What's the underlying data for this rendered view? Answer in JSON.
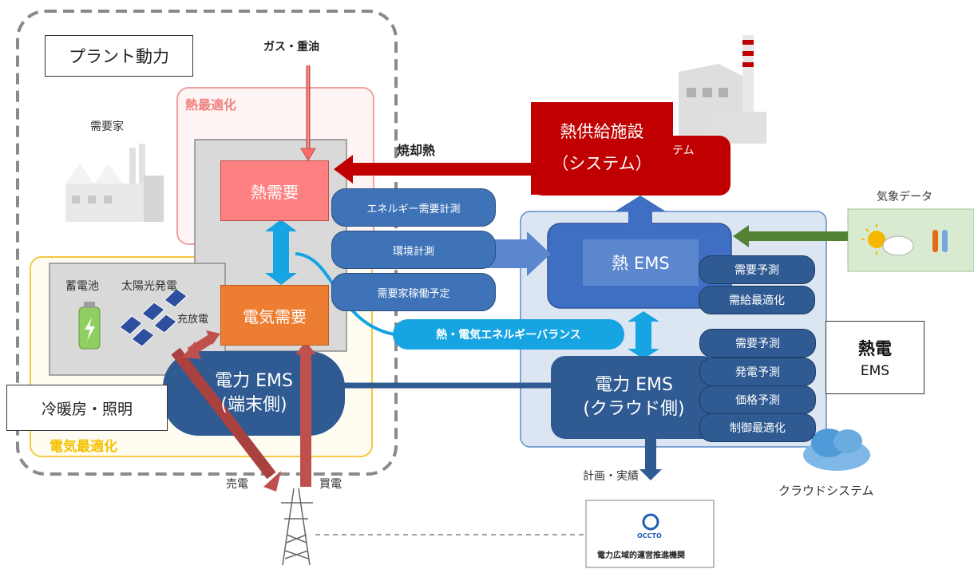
{
  "plant": {
    "title": "プラント動力",
    "consumer": "需要家"
  },
  "fuel": "ガス・重油",
  "heat_opt": "熱最適化",
  "elec_opt": "電気最適化",
  "heat_demand": "熱需要",
  "elec_demand": "電気需要",
  "battery": "蓄電池",
  "solar": "太陽光発電",
  "charge": "充放電",
  "terminal_ems": {
    "line1": "電力 EMS",
    "line2": "(端末側)"
  },
  "heating": "冷暖房・照明",
  "sell": "売電",
  "buy": "買電",
  "waste_heat": "焼却熱",
  "heat_facility": {
    "line1": "熱供給施設",
    "line2": "（システム）",
    "behind": "テム"
  },
  "measure_pills": [
    "エネルギー需要計測",
    "環境計測",
    "需要家稼働予定"
  ],
  "balance": "熱・電気エネルギーバランス",
  "heat_ems": "熱 EMS",
  "heat_ems_pills": [
    "需要予測",
    "需給最適化"
  ],
  "cloud_ems": {
    "line1": "電力 EMS",
    "line2": "(クラウド側)"
  },
  "cloud_ems_pills": [
    "需要予測",
    "発電予測",
    "価格予測",
    "制御最適化"
  ],
  "heat_elec_ems": {
    "line1": "熱電",
    "line2": "EMS"
  },
  "weather": "気象データ",
  "cloud_system": "クラウドシステム",
  "plan": "計画・実績",
  "occto": {
    "logo": "OCCTO",
    "name": "電力広域的運営推進機関"
  }
}
